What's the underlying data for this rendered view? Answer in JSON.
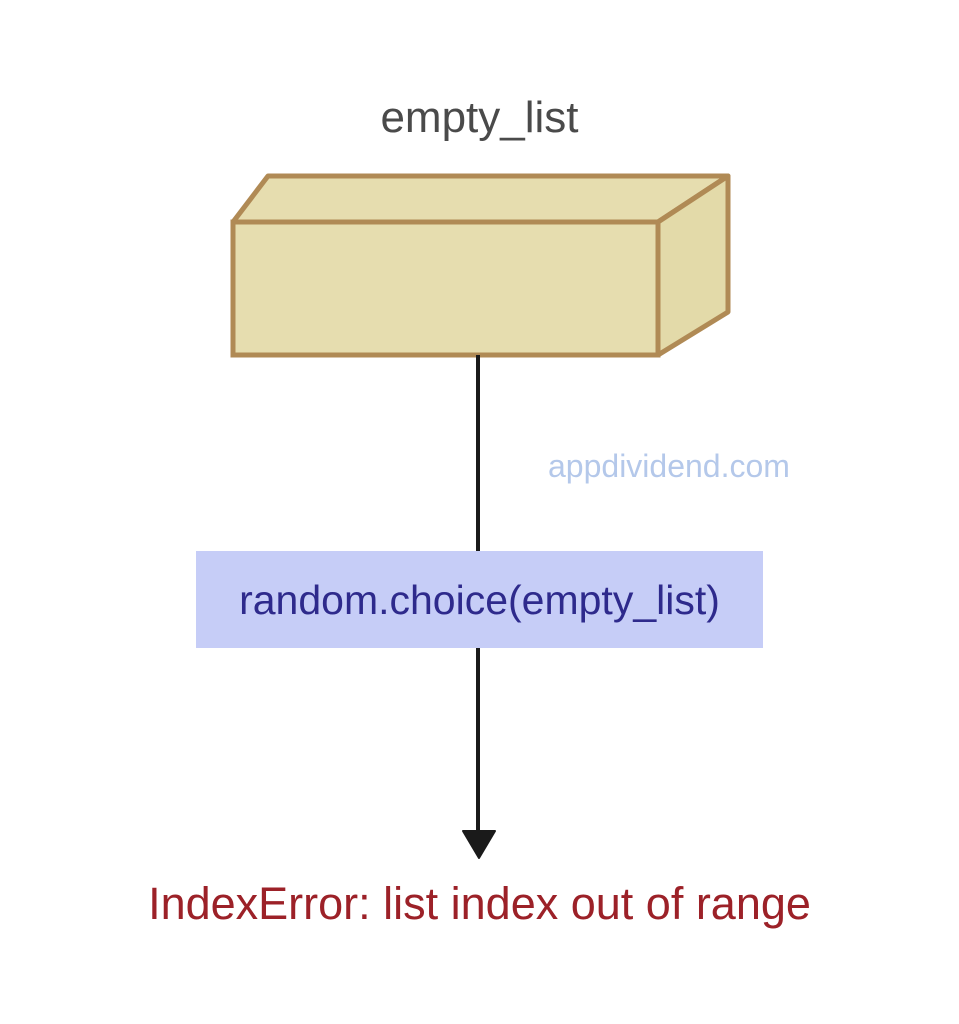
{
  "diagram": {
    "title": "empty_list",
    "background_color": "#ffffff",
    "box": {
      "label": "empty_list",
      "fill_color": "#e6ddaf",
      "stroke_color": "#b08a55",
      "shape": "3d-cuboid"
    },
    "watermark": {
      "text": "appdividend.com",
      "color": "#b4c8ea"
    },
    "code_label": {
      "text": "random.choice(empty_list)",
      "text_color": "#2e2a8c",
      "background_color": "#c6cdf7"
    },
    "arrow": {
      "color": "#1a1a1a",
      "direction": "down",
      "head": "filled-triangle"
    },
    "error": {
      "text": "IndexError: list index out of range",
      "color": "#9c2128"
    }
  }
}
